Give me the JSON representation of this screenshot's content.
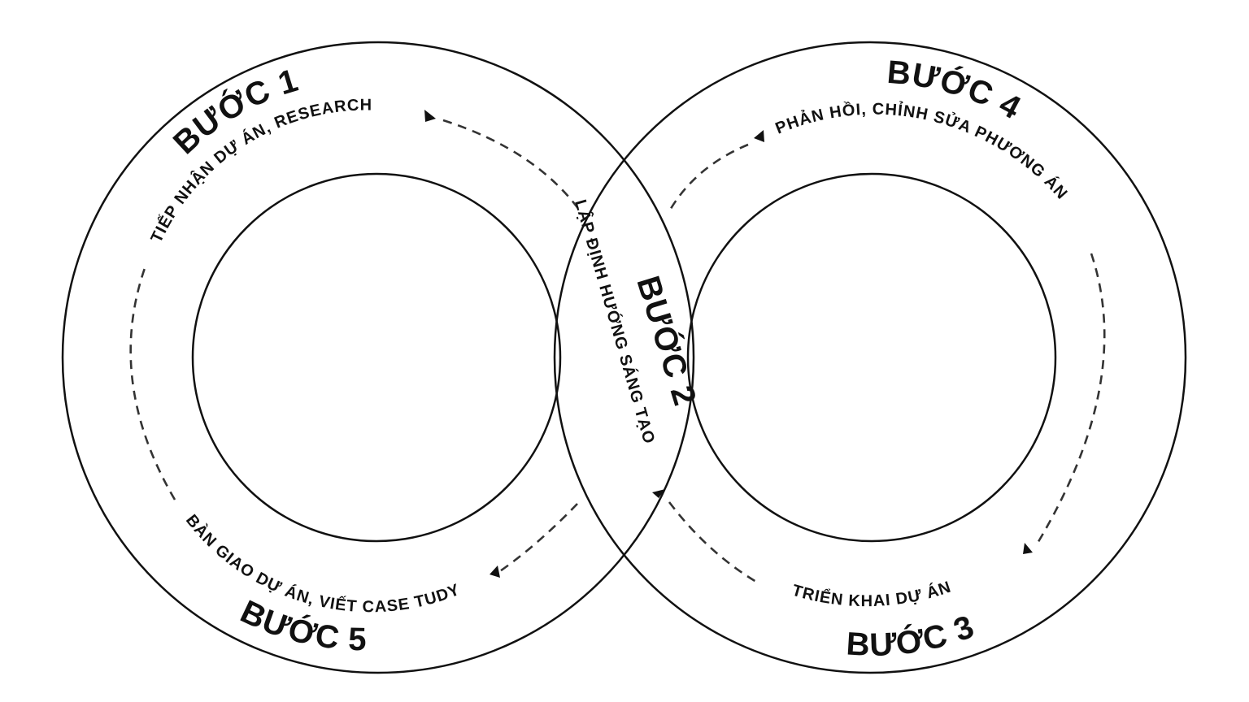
{
  "steps": [
    {
      "id": 1,
      "title": "BƯỚC 1",
      "label": "TIẾP NHẬN DỰ ÁN, RESEARCH"
    },
    {
      "id": 2,
      "title": "BƯỚC 2",
      "label": "LẬP ĐỊNH HƯỚNG SÁNG TẠO"
    },
    {
      "id": 3,
      "title": "BƯỚC 3",
      "label": "TRIỂN KHAI DỰ ÁN"
    },
    {
      "id": 4,
      "title": "BƯỚC 4",
      "label": "PHẢN HỒI, CHỈNH SỬA PHƯƠNG ÁN"
    },
    {
      "id": 5,
      "title": "BƯỚC 5",
      "label": "BÀN GIAO DỰ ÁN, VIẾT CASE TUDY"
    }
  ],
  "colors": {
    "ink": "#111111",
    "dash": "#333333",
    "background": "#ffffff"
  }
}
